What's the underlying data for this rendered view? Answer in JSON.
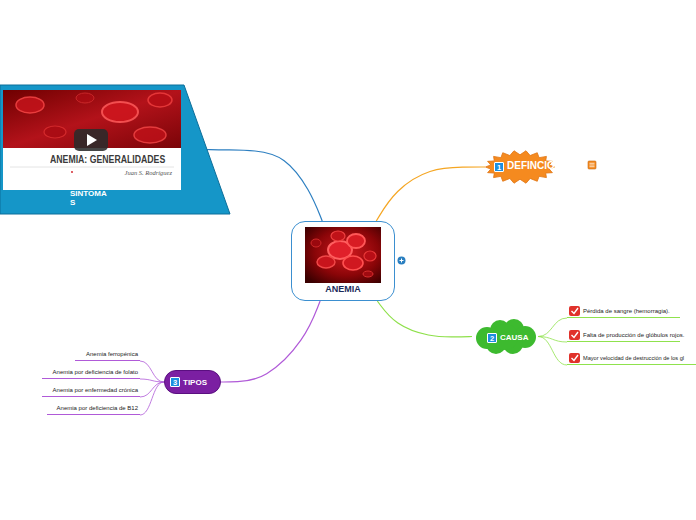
{
  "diagram": {
    "nodes": [
      {
        "text": [
          "ANEMIA"
        ]
      },
      {
        "text": [
          "SINTOMAS"
        ]
      },
      {
        "text": [
          "1",
          "DEFINCION"
        ]
      },
      {
        "text": [
          "2",
          "CAUSA"
        ]
      },
      {
        "text": [
          "Pérdida de sangre (hemorragia)."
        ]
      },
      {
        "text": [
          "Falta de producción de glóbulos rojos."
        ]
      },
      {
        "text": [
          "Mayor velocidad de destrucción de los gl"
        ]
      },
      {
        "text": [
          "3",
          "TIPOS"
        ]
      },
      {
        "text": [
          "Anemia ferropénica"
        ]
      },
      {
        "text": [
          "Anemia por deficiencia de folato"
        ]
      },
      {
        "text": [
          "Anemia por enfermedad crónica"
        ]
      },
      {
        "text": [
          "Anemia por deficiencia de B12"
        ]
      }
    ],
    "edges": [
      {
        "from": 0,
        "to": 1,
        "arrow": "none"
      },
      {
        "from": 0,
        "to": 2,
        "arrow": "none"
      },
      {
        "from": 0,
        "to": 3,
        "arrow": "none"
      },
      {
        "from": 0,
        "to": 7,
        "arrow": "none"
      },
      {
        "from": 3,
        "to": 4,
        "arrow": "none"
      },
      {
        "from": 3,
        "to": 5,
        "arrow": "none"
      },
      {
        "from": 3,
        "to": 6,
        "arrow": "none"
      },
      {
        "from": 7,
        "to": 8,
        "arrow": "none"
      },
      {
        "from": 7,
        "to": 9,
        "arrow": "none"
      },
      {
        "from": 7,
        "to": 10,
        "arrow": "none"
      },
      {
        "from": 7,
        "to": 11,
        "arrow": "none"
      }
    ],
    "labels": [
      "ANEMIA: GENERALIDADES",
      "Juan S. Rodríguez"
    ]
  }
}
